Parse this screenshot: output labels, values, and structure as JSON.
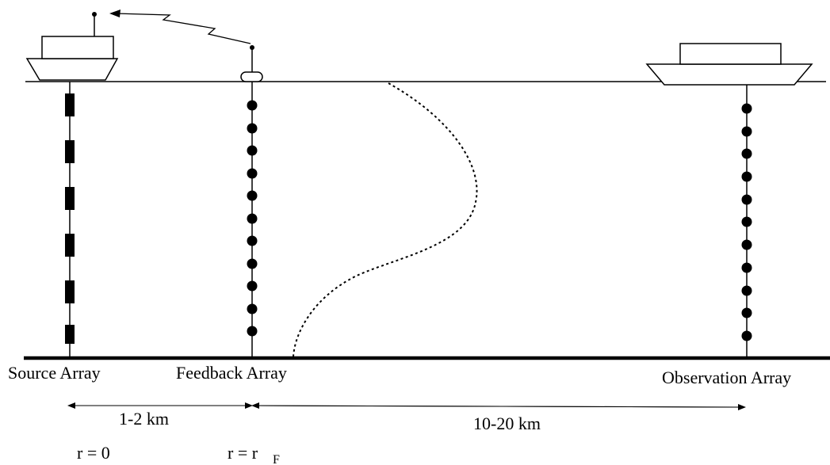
{
  "arrays": {
    "source": "Source Array",
    "feedback": "Feedback Array",
    "observation": "Observation Array"
  },
  "distances": {
    "near": "1-2 km",
    "far": "10-20 km"
  },
  "ranges": {
    "source": "r = 0",
    "feedback_main": "r = r",
    "feedback_sub": "F"
  }
}
